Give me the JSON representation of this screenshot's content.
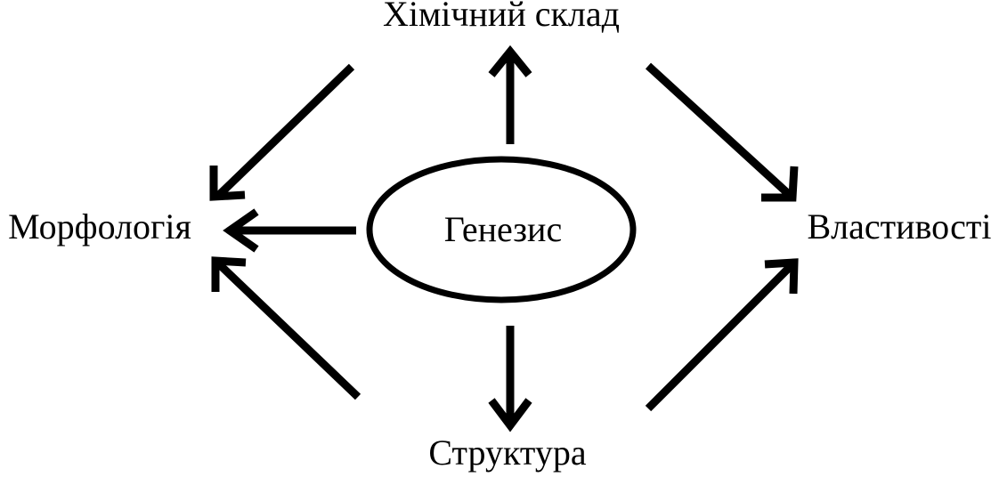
{
  "nodes": {
    "center": "Генезис",
    "top": "Хімічний склад",
    "left": "Морфологія",
    "right": "Властивості",
    "bottom": "Структура"
  },
  "colors": {
    "stroke": "#000000",
    "background": "#ffffff"
  }
}
